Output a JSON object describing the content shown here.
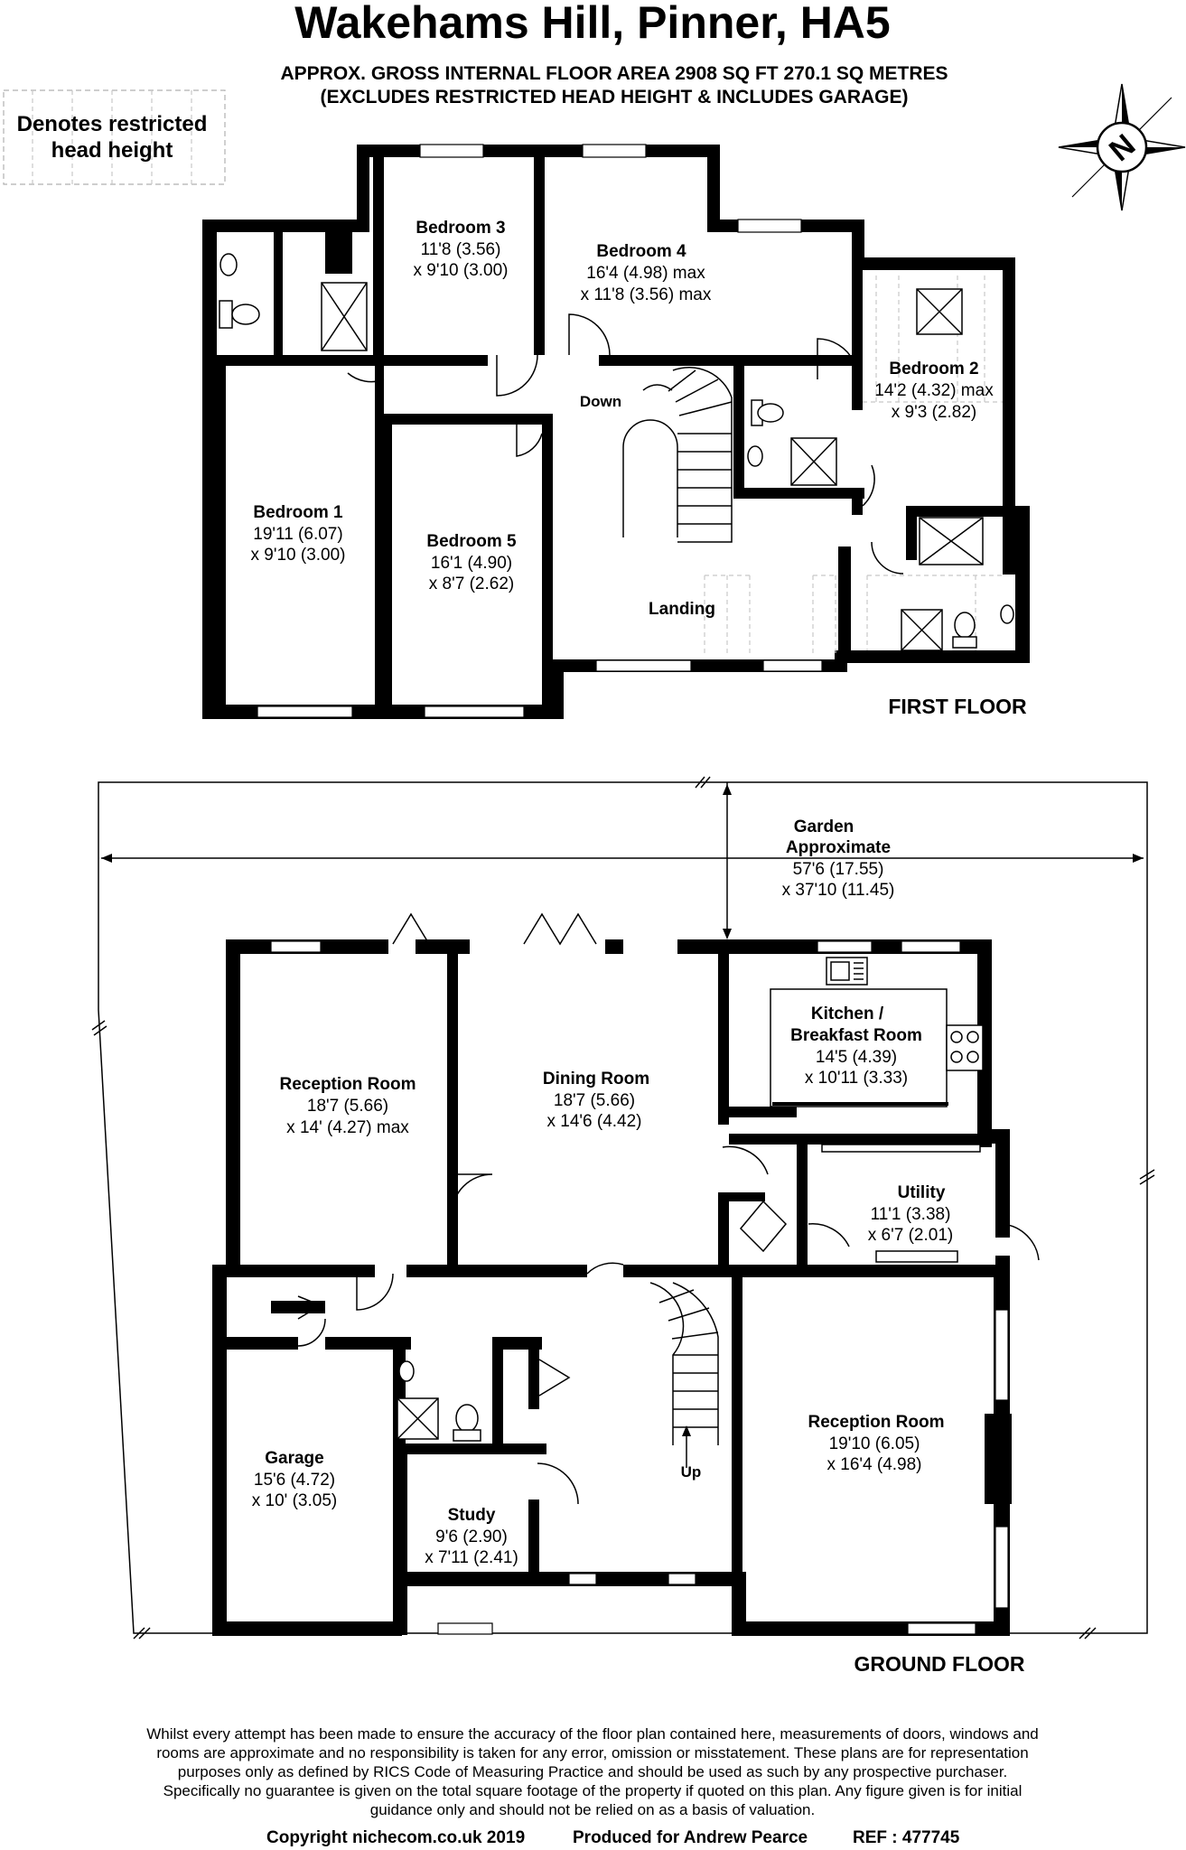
{
  "header": {
    "title": "Wakehams Hill, Pinner, HA5",
    "area_line1": "APPROX. GROSS INTERNAL FLOOR AREA 2908 SQ FT 270.1 SQ METRES",
    "area_line2": "(EXCLUDES RESTRICTED HEAD HEIGHT & INCLUDES GARAGE)"
  },
  "legend": {
    "line1": "Denotes restricted",
    "line2": "head height"
  },
  "compass": {
    "label": "N"
  },
  "first_floor": {
    "label": "FIRST FLOOR",
    "rooms": {
      "bedroom3": {
        "name": "Bedroom 3",
        "dim1": "11'8 (3.56)",
        "dim2": "x 9'10 (3.00)"
      },
      "bedroom4": {
        "name": "Bedroom 4",
        "dim1": "16'4 (4.98) max",
        "dim2": "x 11'8 (3.56) max"
      },
      "bedroom2": {
        "name": "Bedroom 2",
        "dim1": "14'2 (4.32) max",
        "dim2": "x 9'3 (2.82)"
      },
      "bedroom1": {
        "name": "Bedroom 1",
        "dim1": "19'11 (6.07)",
        "dim2": "x 9'10 (3.00)"
      },
      "bedroom5": {
        "name": "Bedroom 5",
        "dim1": "16'1 (4.90)",
        "dim2": "x 8'7 (2.62)"
      }
    },
    "stairs_label": "Down",
    "landing_label": "Landing"
  },
  "ground_floor": {
    "label": "GROUND FLOOR",
    "garden": {
      "name": "Garden",
      "line2": "Approximate",
      "dim1": "57'6 (17.55)",
      "dim2": "x 37'10 (11.45)"
    },
    "rooms": {
      "reception1": {
        "name": "Reception Room",
        "dim1": "18'7 (5.66)",
        "dim2": "x 14' (4.27) max"
      },
      "dining": {
        "name": "Dining Room",
        "dim1": "18'7 (5.66)",
        "dim2": "x 14'6 (4.42)"
      },
      "kitchen": {
        "name": "Kitchen /",
        "name2": "Breakfast Room",
        "dim1": "14'5 (4.39)",
        "dim2": "x 10'11 (3.33)"
      },
      "utility": {
        "name": "Utility",
        "dim1": "11'1 (3.38)",
        "dim2": "x 6'7 (2.01)"
      },
      "garage": {
        "name": "Garage",
        "dim1": "15'6 (4.72)",
        "dim2": "x 10' (3.05)"
      },
      "study": {
        "name": "Study",
        "dim1": "9'6 (2.90)",
        "dim2": "x 7'11 (2.41)"
      },
      "reception2": {
        "name": "Reception Room",
        "dim1": "19'10 (6.05)",
        "dim2": "x 16'4 (4.98)"
      }
    },
    "stairs_label": "Up"
  },
  "disclaimer": [
    "Whilst every attempt has been made to ensure the accuracy of the floor plan contained here, measurements of doors, windows and",
    "rooms are approximate and no responsibility is taken for any error, omission or misstatement. These plans are for representation",
    "purposes only as defined by RICS Code of Measuring Practice and should be used as such by any prospective purchaser.",
    "Specifically no guarantee is given on the total square footage of the property if quoted on this plan. Any figure given is for initial",
    "guidance only and should not be relied on as a basis of valuation."
  ],
  "footer": {
    "copyright": "Copyright nichecom.co.uk 2019",
    "produced": "Produced for Andrew Pearce",
    "ref": "REF :  477745"
  }
}
